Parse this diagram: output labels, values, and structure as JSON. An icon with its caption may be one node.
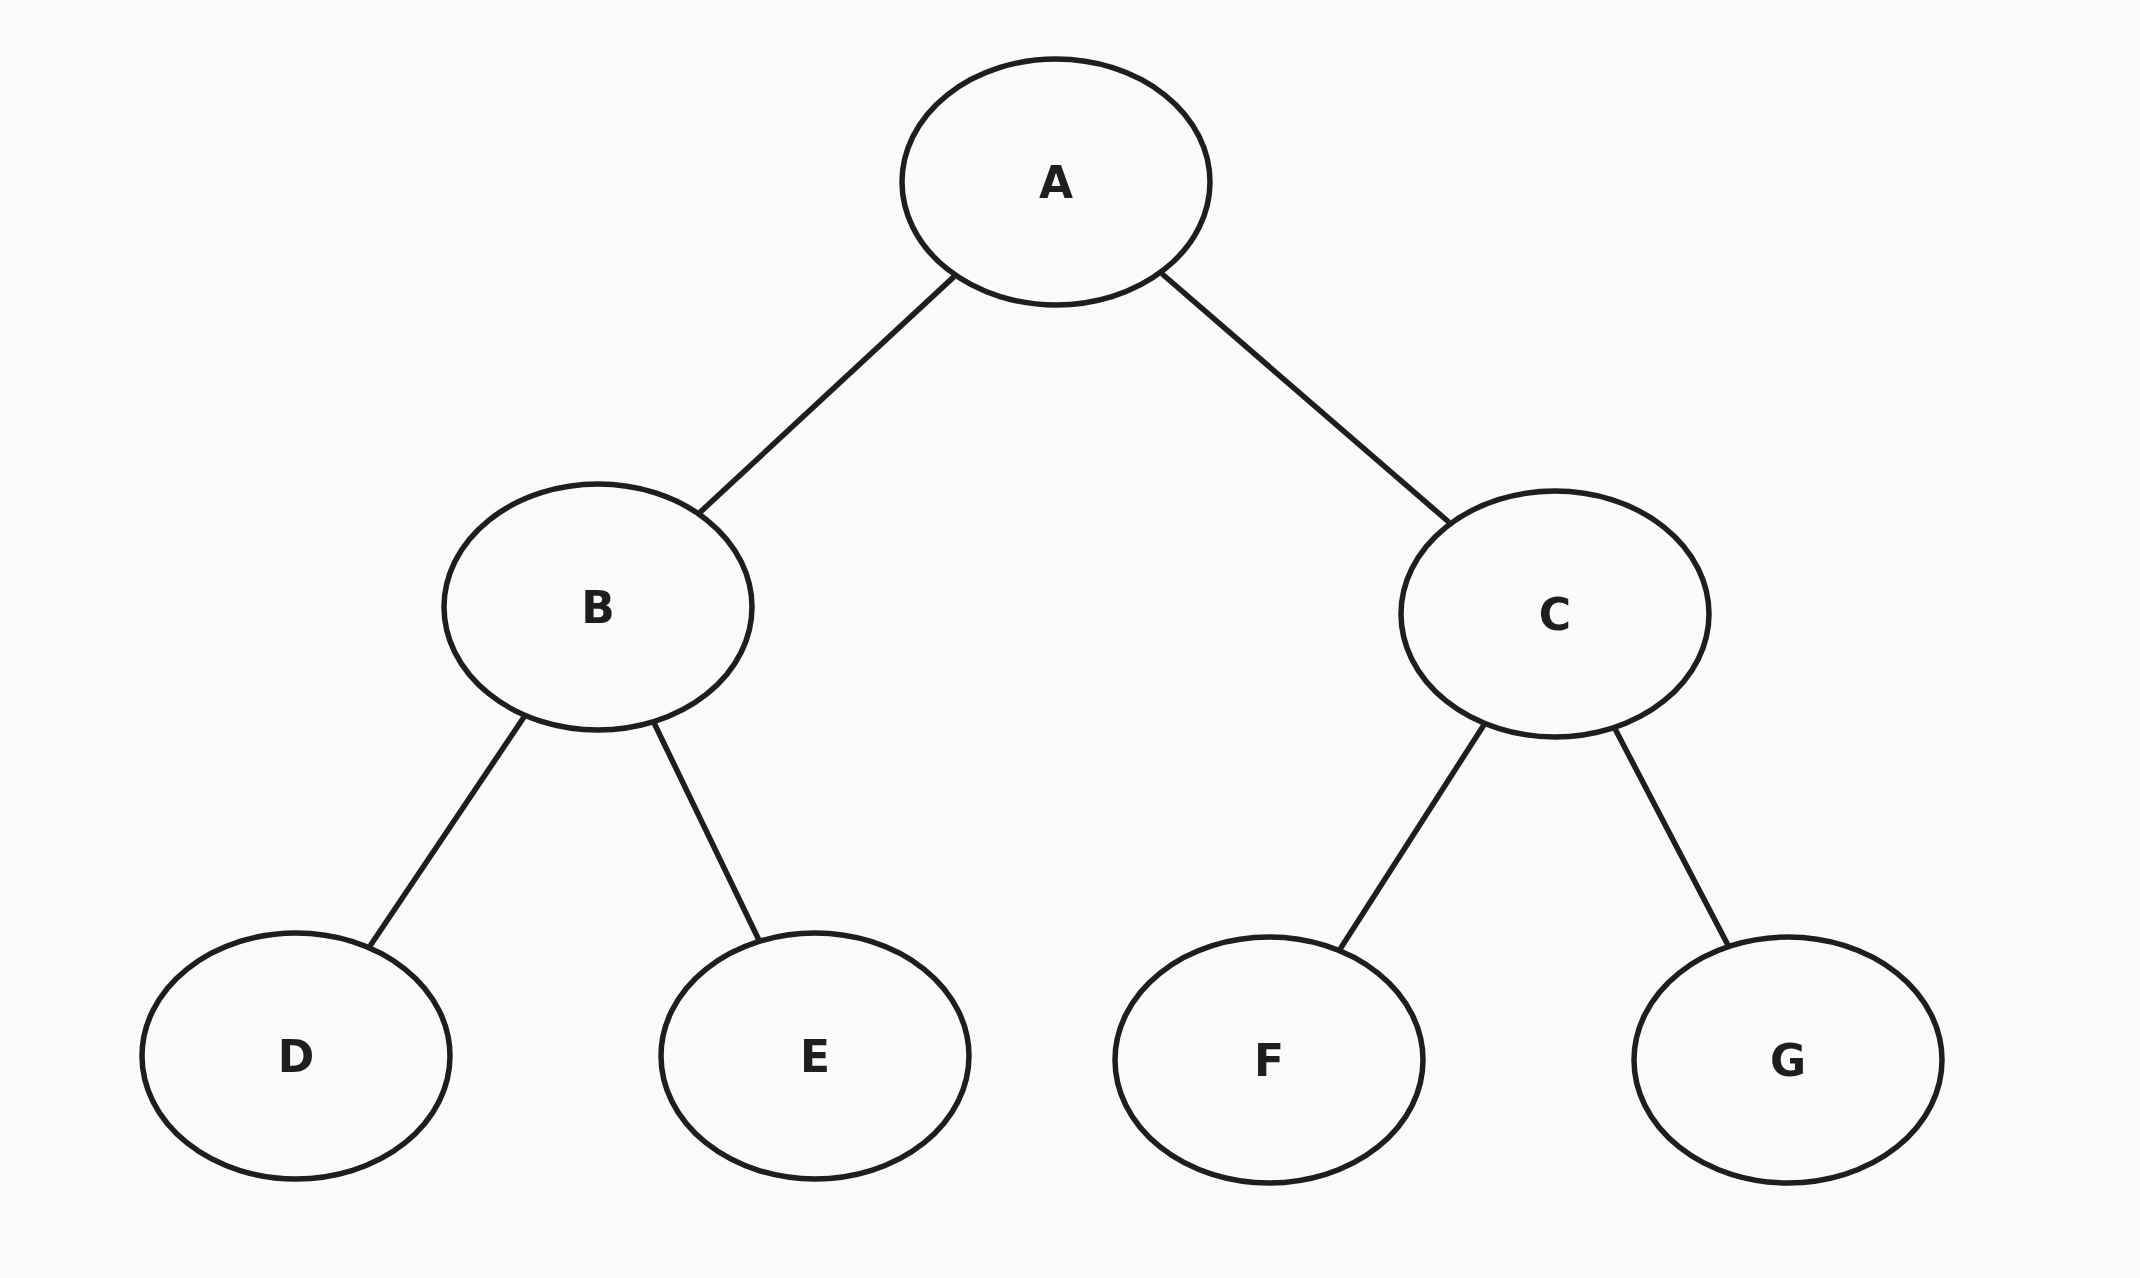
{
  "diagram": {
    "nodes": [
      {
        "text": [
          "A"
        ]
      },
      {
        "text": [
          "B"
        ]
      },
      {
        "text": [
          "C"
        ]
      },
      {
        "text": [
          "D"
        ]
      },
      {
        "text": [
          "E"
        ]
      },
      {
        "text": [
          "F"
        ]
      },
      {
        "text": [
          "G"
        ]
      }
    ],
    "edges": [
      {
        "from": 0,
        "to": 1,
        "arrow": "none"
      },
      {
        "from": 0,
        "to": 2,
        "arrow": "none"
      },
      {
        "from": 1,
        "to": 3,
        "arrow": "none"
      },
      {
        "from": 1,
        "to": 4,
        "arrow": "none"
      },
      {
        "from": 2,
        "to": 5,
        "arrow": "none"
      },
      {
        "from": 2,
        "to": 6,
        "arrow": "none"
      }
    ]
  }
}
